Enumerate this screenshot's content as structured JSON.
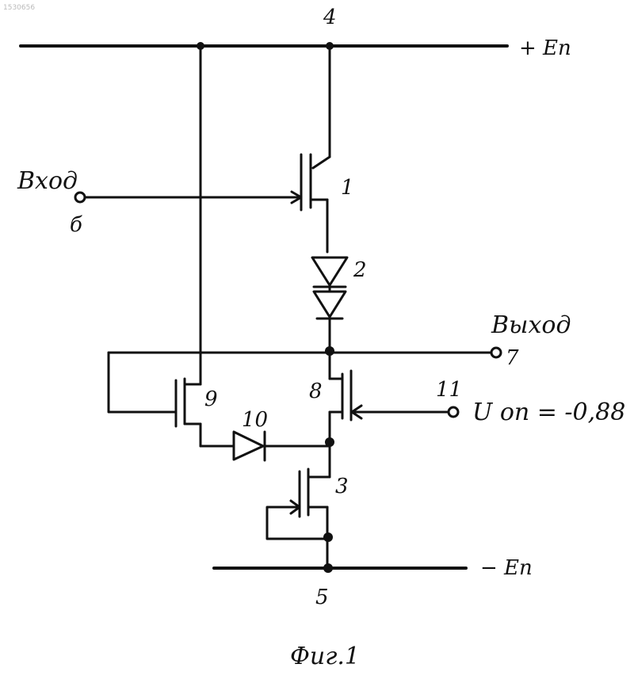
{
  "corner_mark": "1530656",
  "labels": {
    "node4": "4",
    "supply_pos": "+ Eп",
    "input_text": "Вход",
    "input_node": "б",
    "t1": "1",
    "d2": "2",
    "output_text": "Выход",
    "output_node": "7",
    "t9": "9",
    "t8": "8",
    "node11": "11",
    "vref": "U оп = -0,88",
    "d10": "10",
    "t3": "3",
    "supply_neg": "− Eп",
    "node5": "5",
    "caption": "Фиг.1"
  }
}
